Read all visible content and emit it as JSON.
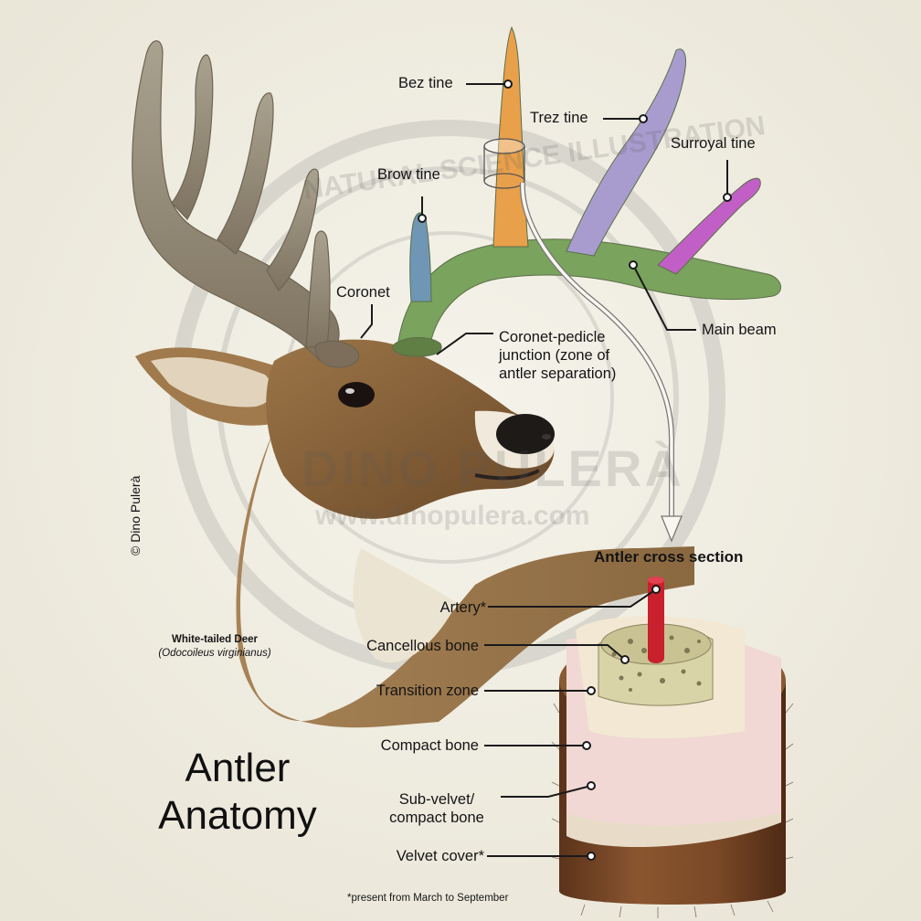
{
  "title": {
    "line1": "Antler",
    "line2": "Anatomy"
  },
  "species": {
    "common_name": "White-tailed Deer",
    "scientific_name": "(Odocoileus virginianus)"
  },
  "copyright": "© Dino Pulerà",
  "watermark": {
    "name": "DINO PULERÀ",
    "url": "www.dinopulera.com",
    "arc_text": "NATURAL SCIENCE ILLUSTRATION"
  },
  "antler_labels": {
    "bez_tine": "Bez tine",
    "trez_tine": "Trez tine",
    "surroyal_tine": "Surroyal tine",
    "brow_tine": "Brow tine",
    "coronet": "Coronet",
    "main_beam": "Main beam",
    "coronet_pedicle": {
      "line1": "Coronet-pedicle",
      "line2": "junction (zone of",
      "line3": "antler separation)"
    }
  },
  "cross_section": {
    "heading": "Antler cross section",
    "labels": {
      "artery": "Artery*",
      "cancellous": "Cancellous bone",
      "transition": "Transition zone",
      "compact": "Compact bone",
      "sub_velvet": {
        "line1": "Sub-velvet/",
        "line2": "compact bone"
      },
      "velvet": "Velvet cover*"
    }
  },
  "footnote": "*present from March to September",
  "colors": {
    "background": "#f1eee3",
    "bez_tine": "#e9a04b",
    "trez_tine": "#a89ccf",
    "surroyal_tine": "#c25fc7",
    "brow_tine": "#6f97b5",
    "main_beam": "#7aa35e",
    "bare_antler": "#a49c88",
    "fur": "#8f6a40",
    "velvet": "#7a4a2a",
    "artery": "#c8202c"
  }
}
